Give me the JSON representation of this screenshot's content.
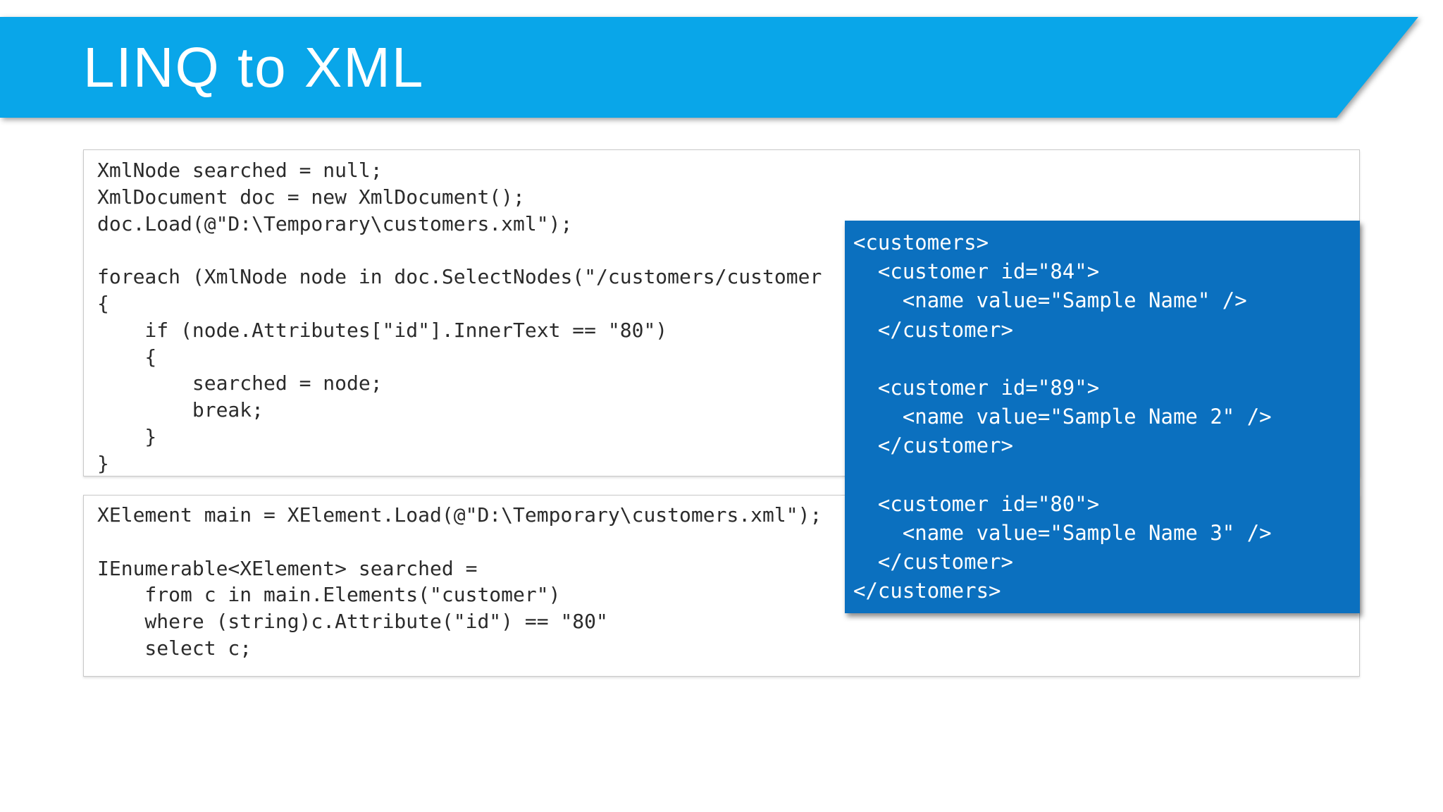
{
  "slide": {
    "title": "LINQ to XML"
  },
  "colors": {
    "banner_cyan": "#09a6e9",
    "panel_blue": "#0b70bf",
    "code_text": "#2b2b2b",
    "box_border": "#c8c8c8",
    "title_text": "#ffffff"
  },
  "code_block_top": {
    "lines": [
      "XmlNode searched = null;",
      "XmlDocument doc = new XmlDocument();",
      "doc.Load(@\"D:\\Temporary\\customers.xml\");",
      "",
      "foreach (XmlNode node in doc.SelectNodes(\"/customers/customer",
      "{",
      "    if (node.Attributes[\"id\"].InnerText == \"80\")",
      "    {",
      "        searched = node;",
      "        break;",
      "    }",
      "}"
    ]
  },
  "code_block_bottom": {
    "lines": [
      "XElement main = XElement.Load(@\"D:\\Temporary\\customers.xml\");",
      "",
      "IEnumerable<XElement> searched =",
      "    from c in main.Elements(\"customer\")",
      "    where (string)c.Attribute(\"id\") == \"80\"",
      "    select c;"
    ]
  },
  "xml_panel": {
    "lines": [
      "<customers>",
      "  <customer id=\"84\">",
      "    <name value=\"Sample Name\" />",
      "  </customer>",
      "",
      "  <customer id=\"89\">",
      "    <name value=\"Sample Name 2\" />",
      "  </customer>",
      "",
      "  <customer id=\"80\">",
      "    <name value=\"Sample Name 3\" />",
      "  </customer>",
      "</customers>"
    ]
  }
}
